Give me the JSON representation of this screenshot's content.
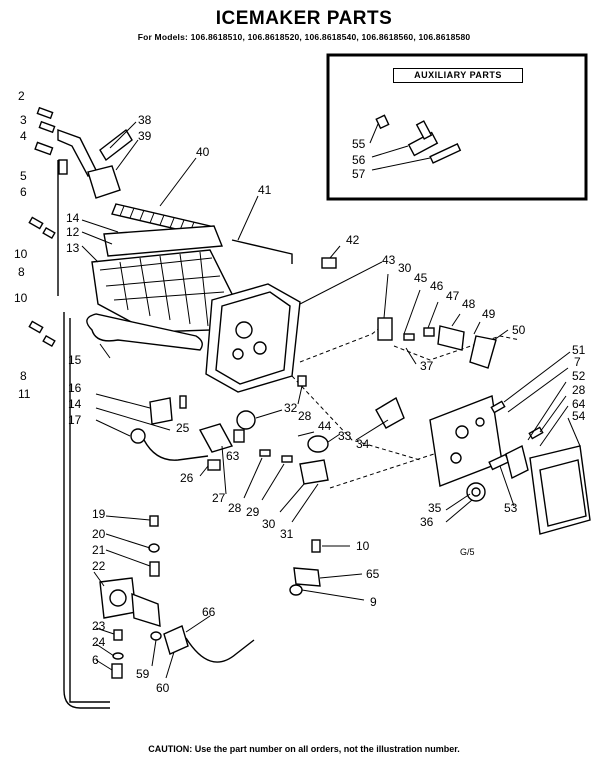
{
  "header": {
    "title": "ICEMAKER PARTS",
    "models": "For Models: 106.8618510, 106.8618520, 106.8618540, 106.8618560, 106.8618580"
  },
  "auxiliary": {
    "label": "AUXILIARY PARTS"
  },
  "footer": {
    "caution": "CAUTION: Use the part number on all orders, not the illustration number.",
    "figure_code": "G/5"
  },
  "callouts": {
    "c2": "2",
    "c3": "3",
    "c4": "4",
    "c5": "5",
    "c6a": "6",
    "c38": "38",
    "c39": "39",
    "c40": "40",
    "c41": "41",
    "c42": "42",
    "c14a": "14",
    "c12": "12",
    "c13": "13",
    "c10a": "10",
    "c8a": "8",
    "c10b": "10",
    "c8b": "8",
    "c11": "11",
    "c15": "15",
    "c16": "16",
    "c14b": "14",
    "c17": "17",
    "c25": "25",
    "c26": "26",
    "c63": "63",
    "c27": "27",
    "c28a": "28",
    "c29": "29",
    "c30a": "30",
    "c31": "31",
    "c32": "32",
    "c28b": "28",
    "c44": "44",
    "c33": "33",
    "c34": "34",
    "c43": "43",
    "c30b": "30",
    "c45": "45",
    "c46": "46",
    "c47": "47",
    "c48": "48",
    "c49": "49",
    "c50": "50",
    "c37": "37",
    "c51": "51",
    "c7": "7",
    "c52": "52",
    "c28c": "28",
    "c64": "64",
    "c54": "54",
    "c53": "53",
    "c35": "35",
    "c36": "36",
    "c55": "55",
    "c56": "56",
    "c57": "57",
    "c10c": "10",
    "c65": "65",
    "c9": "9",
    "c19": "19",
    "c20": "20",
    "c21": "21",
    "c22": "22",
    "c23": "23",
    "c24": "24",
    "c6b": "6",
    "c59": "59",
    "c60": "60",
    "c66": "66"
  }
}
